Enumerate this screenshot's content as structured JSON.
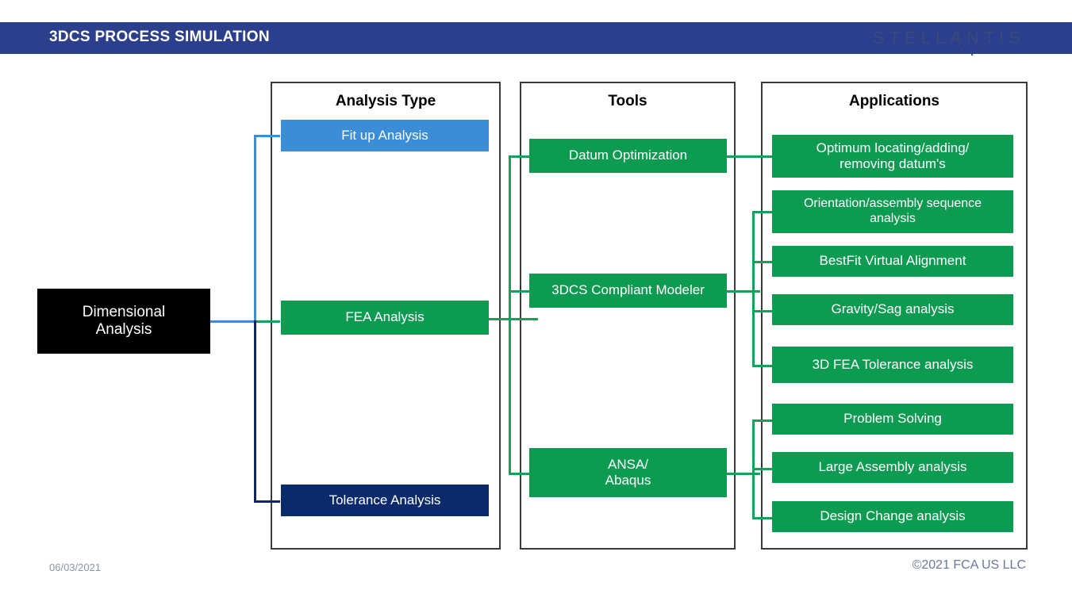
{
  "header": {
    "title": "3DCS PROCESS SIMULATION",
    "bar_color": "#2B3F8C",
    "logo_text": "STELLANTIS",
    "logo_icon": "stellantis-dots-icon"
  },
  "root": {
    "label": "Dimensional\nAnalysis",
    "line1": "Dimensional",
    "line2": "Analysis",
    "color": "#000000"
  },
  "columns": [
    {
      "title": "Analysis Type",
      "items": [
        {
          "label": "Fit up Analysis",
          "color": "#3B8DD8"
        },
        {
          "label": "FEA Analysis",
          "color": "#0D9B52"
        },
        {
          "label": "Tolerance Analysis",
          "color": "#0A2A6B"
        }
      ]
    },
    {
      "title": "Tools",
      "items": [
        {
          "label": "Datum Optimization",
          "color": "#0D9B52"
        },
        {
          "label": "3DCS Compliant Modeler",
          "color": "#0D9B52"
        },
        {
          "label": "ANSA/",
          "label2": "Abaqus",
          "color": "#0D9B52"
        }
      ]
    },
    {
      "title": "Applications",
      "items": [
        {
          "label": "Optimum locating/adding/",
          "label2": "removing datum's",
          "color": "#0D9B52"
        },
        {
          "label": "Orientation/assembly sequence",
          "label2": "analysis",
          "color": "#0D9B52"
        },
        {
          "label": "BestFit Virtual Alignment",
          "color": "#0D9B52"
        },
        {
          "label": "Gravity/Sag analysis",
          "color": "#0D9B52"
        },
        {
          "label": "3D FEA Tolerance analysis",
          "color": "#0D9B52"
        },
        {
          "label": "Problem Solving",
          "color": "#0D9B52"
        },
        {
          "label": "Large Assembly analysis",
          "color": "#0D9B52"
        },
        {
          "label": "Design Change analysis",
          "color": "#0D9B52"
        }
      ]
    }
  ],
  "footer": {
    "date": "06/03/2021",
    "copyright": "©2021 FCA US LLC"
  },
  "colors": {
    "green": "#0D9B52",
    "green_line": "#17A05A",
    "blue": "#3B8DD8",
    "navy": "#0A2A6B",
    "navy_line": "#11255E",
    "header_blue": "#2B3F8C",
    "logo_blue": "#3B4A7A"
  }
}
